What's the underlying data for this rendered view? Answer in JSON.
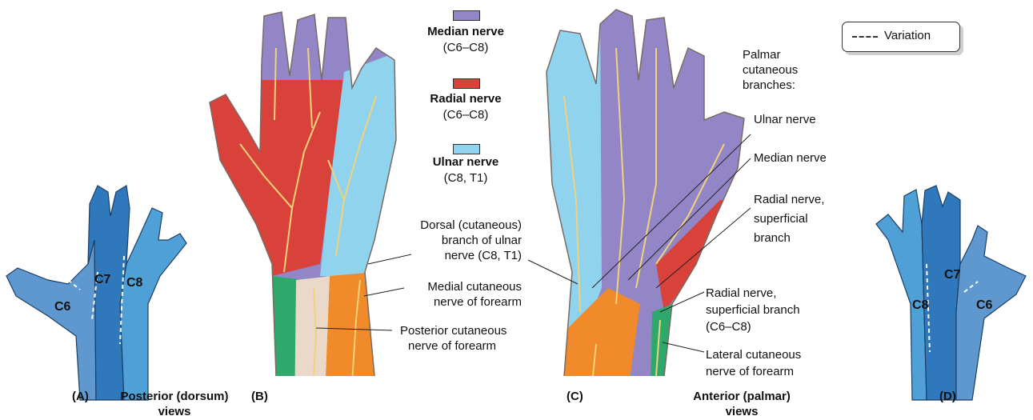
{
  "legend": {
    "median": {
      "name": "Median nerve",
      "roots": "(C6–C8)",
      "color": "#9386c6"
    },
    "radial": {
      "name": "Radial nerve",
      "roots": "(C6–C8)",
      "color": "#d9423a"
    },
    "ulnar": {
      "name": "Ulnar nerve",
      "roots": "(C8, T1)",
      "color": "#8fd3ee"
    }
  },
  "variation_key": {
    "label": "Variation"
  },
  "dermatomes": {
    "c6": "C6",
    "c7": "C7",
    "c8": "C8"
  },
  "posterior_labels": {
    "dorsal_branch_line1": "Dorsal (cutaneous)",
    "dorsal_branch_line2": "branch of ulnar",
    "dorsal_branch_line3": "nerve (C8, T1)",
    "medial_line1": "Medial cutaneous",
    "medial_line2": "nerve of forearm",
    "posterior_line1": "Posterior cutaneous",
    "posterior_line2": "nerve of forearm"
  },
  "anterior_labels": {
    "palmar_line1": "Palmar",
    "palmar_line2": "cutaneous",
    "palmar_line3": "branches:",
    "ulnar": "Ulnar nerve",
    "median": "Median nerve",
    "radial_sup_line1": "Radial nerve,",
    "radial_sup_line2": "superficial",
    "radial_sup_line3": "branch",
    "radial_sup2_line1": "Radial nerve,",
    "radial_sup2_line2": "superficial branch",
    "radial_sup2_line3": "(C6–C8)",
    "lateral_line1": "Lateral cutaneous",
    "lateral_line2": "nerve of forearm"
  },
  "captions": {
    "a": "(A)",
    "b": "(B)",
    "c": "(C)",
    "d": "(D)",
    "posterior_line1": "Posterior (dorsum)",
    "posterior_line2": "views",
    "anterior_line1": "Anterior (palmar)",
    "anterior_line2": "views"
  },
  "colors": {
    "forearm_medial": "#f08a2a",
    "forearm_posterior": "#ead9c8",
    "forearm_lateral": "#2fa86b",
    "nerve_branch": "#f0d27a",
    "dermatome_c6": "#5f98cf",
    "dermatome_c7": "#2f78bb",
    "dermatome_c8": "#4fa0d6"
  }
}
